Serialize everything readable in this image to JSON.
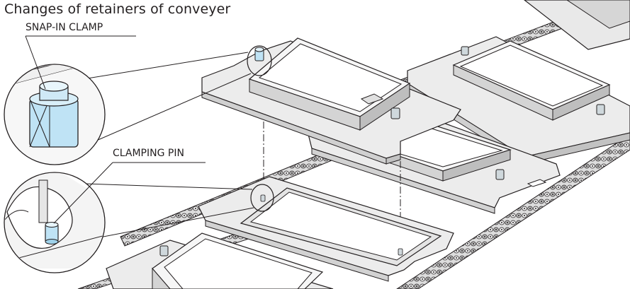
{
  "title": "Changes of retainers of conveyer",
  "callouts": {
    "snap_in_clamp": "SNAP-IN CLAMP",
    "clamping_pin": "CLAMPING PIN"
  },
  "colors": {
    "line": "#231f20",
    "plate_top": "#ececec",
    "plate_side": "#d2d2d2",
    "highlight": "#bfe3f5"
  }
}
